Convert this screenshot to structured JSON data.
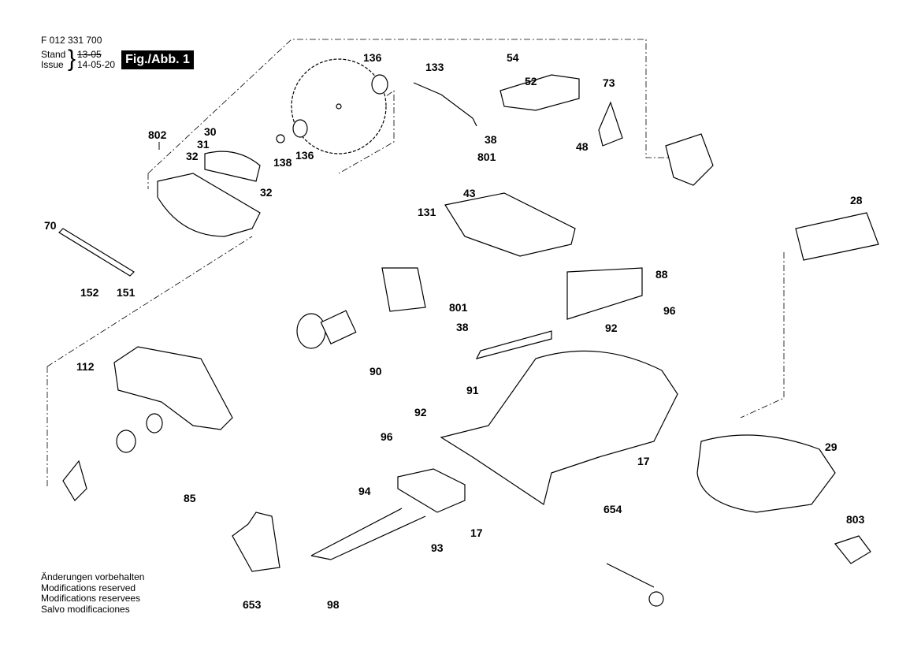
{
  "header": {
    "part_number": "F 012 331 700",
    "stand_label": "Stand",
    "issue_label": "Issue",
    "stand_date": "13-05",
    "issue_date": "14-05-20",
    "figure_label": "Fig./Abb. 1"
  },
  "notes": [
    "Änderungen vorbehalten",
    "Modifications reserved",
    "Modifications reservees",
    "Salvo modificaciones"
  ],
  "callouts": [
    {
      "id": "802",
      "label": "802"
    },
    {
      "id": "30",
      "label": "30"
    },
    {
      "id": "31",
      "label": "31"
    },
    {
      "id": "32a",
      "label": "32"
    },
    {
      "id": "32b",
      "label": "32"
    },
    {
      "id": "70",
      "label": "70"
    },
    {
      "id": "152",
      "label": "152"
    },
    {
      "id": "151",
      "label": "151"
    },
    {
      "id": "138",
      "label": "138"
    },
    {
      "id": "136a",
      "label": "136"
    },
    {
      "id": "136b",
      "label": "136"
    },
    {
      "id": "133",
      "label": "133"
    },
    {
      "id": "54",
      "label": "54"
    },
    {
      "id": "52",
      "label": "52"
    },
    {
      "id": "38a",
      "label": "38"
    },
    {
      "id": "801a",
      "label": "801"
    },
    {
      "id": "48",
      "label": "48"
    },
    {
      "id": "43",
      "label": "43"
    },
    {
      "id": "131",
      "label": "131"
    },
    {
      "id": "73",
      "label": "73"
    },
    {
      "id": "28",
      "label": "28"
    },
    {
      "id": "88",
      "label": "88"
    },
    {
      "id": "801b",
      "label": "801"
    },
    {
      "id": "38b",
      "label": "38"
    },
    {
      "id": "92a",
      "label": "92"
    },
    {
      "id": "96a",
      "label": "96"
    },
    {
      "id": "112",
      "label": "112"
    },
    {
      "id": "90",
      "label": "90"
    },
    {
      "id": "91",
      "label": "91"
    },
    {
      "id": "92b",
      "label": "92"
    },
    {
      "id": "96b",
      "label": "96"
    },
    {
      "id": "94",
      "label": "94"
    },
    {
      "id": "93",
      "label": "93"
    },
    {
      "id": "85",
      "label": "85"
    },
    {
      "id": "17a",
      "label": "17"
    },
    {
      "id": "17b",
      "label": "17"
    },
    {
      "id": "654",
      "label": "654"
    },
    {
      "id": "29",
      "label": "29"
    },
    {
      "id": "803",
      "label": "803"
    },
    {
      "id": "653",
      "label": "653"
    },
    {
      "id": "98",
      "label": "98"
    }
  ]
}
